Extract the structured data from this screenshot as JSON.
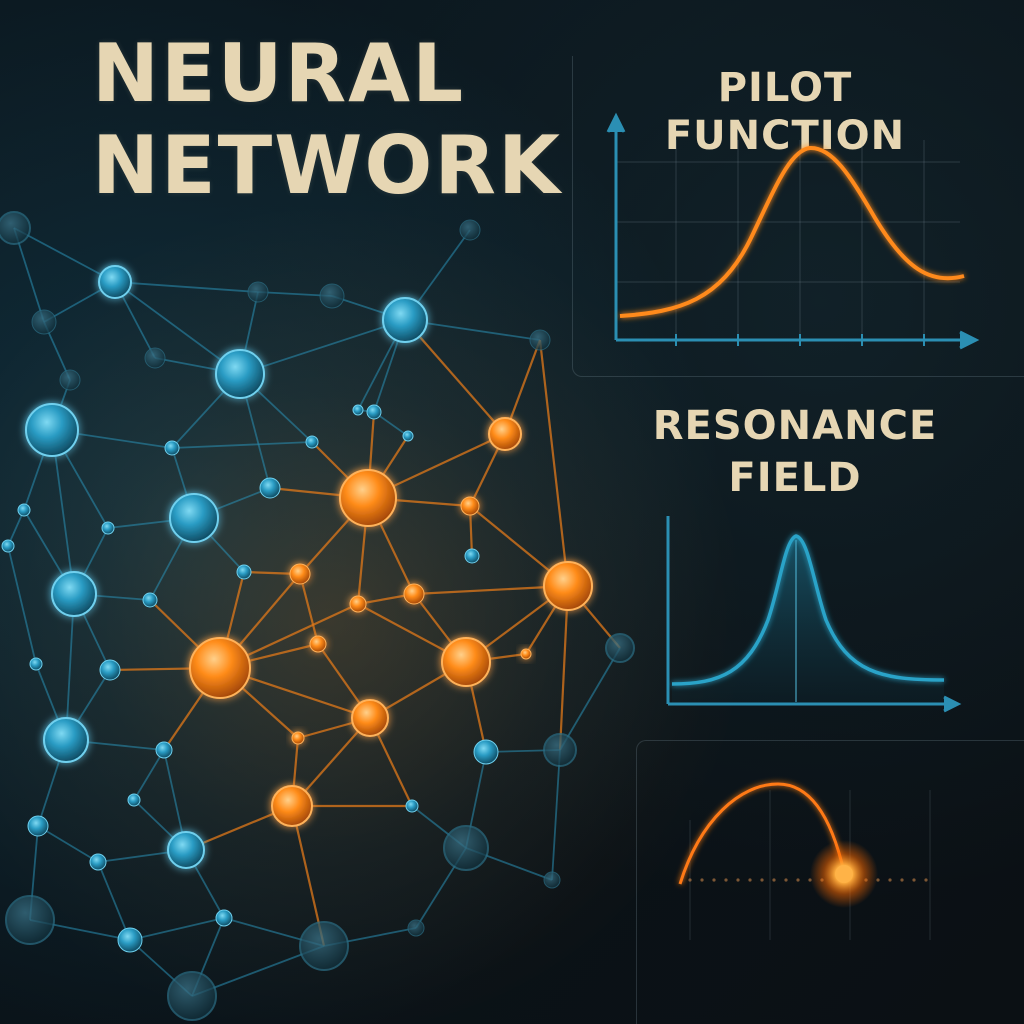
{
  "headline": {
    "line1": "NEURAL",
    "line2": "NETWORK"
  },
  "pilot_panel": {
    "title": "PILOT FUNCTION",
    "curve_color": "#ff8a1c"
  },
  "resonance_panel": {
    "title_line1": "RESONANCE",
    "title_line2": "FIELD",
    "curve_color": "#2aa3c8"
  },
  "trajectory_panel": {
    "curve_color": "#ff7a14"
  },
  "network": {
    "node_color_cool": "#2ea3cc",
    "node_color_warm": "#ff8c1a",
    "edge_color_cool": "#2a8fb4",
    "edge_color_warm": "#e0781a"
  }
}
